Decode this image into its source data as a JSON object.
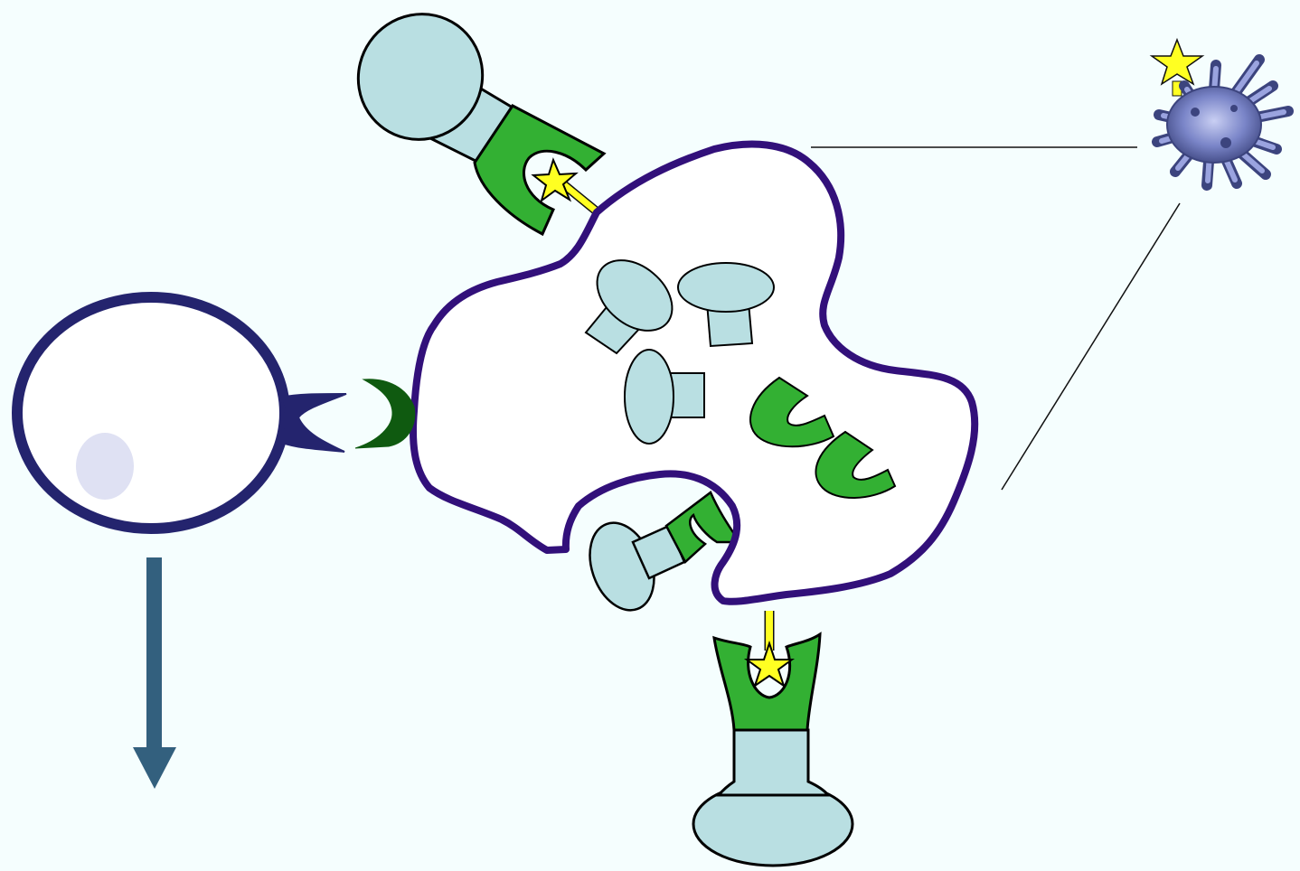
{
  "diagram": {
    "labels": [],
    "colors": {
      "background": "#f5fefe",
      "cell_membrane": "#32107a",
      "receptor_stem": "#b9dfe2",
      "receptor_cup": "#33b033",
      "ligand_star": "#ffff22",
      "ligand_stem": "#ffff22",
      "t_cell_outline": "#24246e",
      "t_cell_nucleus": "#dfe1f3",
      "tcr": "#24246e",
      "mhc_crescent": "#0f5a10",
      "output_arrow": "#33607e",
      "pathogen": "#5e6bb8"
    },
    "icons": {
      "antigen_presenting_cell": "irregular-cell",
      "t_cell": "round-cell",
      "pathogen": "spiky-virus",
      "ligand": "star",
      "receptor": "mushroom-receptor",
      "cup": "u-shaped-cup"
    }
  }
}
